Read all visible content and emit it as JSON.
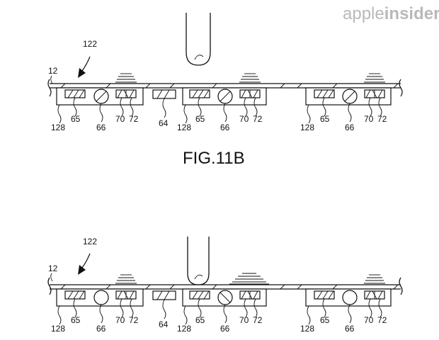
{
  "watermark": {
    "part1": "apple",
    "part2": "insider"
  },
  "figure_caption": "FIG.11B",
  "panels": [
    {
      "id": "top",
      "refs": {
        "arrow": "122",
        "substrate": "12",
        "base": "128",
        "units": [
          {
            "sensor": "65",
            "emitter": "66",
            "diffuser": "70",
            "detector": "72"
          },
          {
            "sensor": "65",
            "emitter": "66",
            "diffuser": "70",
            "detector": "72"
          },
          {
            "sensor": "65",
            "emitter": "66",
            "diffuser": "70",
            "detector": "72"
          }
        ],
        "middle_sensor": "64",
        "second_base": "128",
        "third_base": "128"
      }
    },
    {
      "id": "bottom",
      "refs": {
        "arrow": "122",
        "substrate": "12",
        "base": "128",
        "units": [
          {
            "sensor": "65",
            "emitter": "66",
            "diffuser": "70",
            "detector": "72"
          },
          {
            "sensor": "65",
            "emitter": "66",
            "diffuser": "70",
            "detector": "72"
          },
          {
            "sensor": "65",
            "emitter": "66",
            "diffuser": "70",
            "detector": "72"
          }
        ],
        "middle_sensor": "64",
        "second_base": "128",
        "third_base": "128"
      }
    }
  ]
}
